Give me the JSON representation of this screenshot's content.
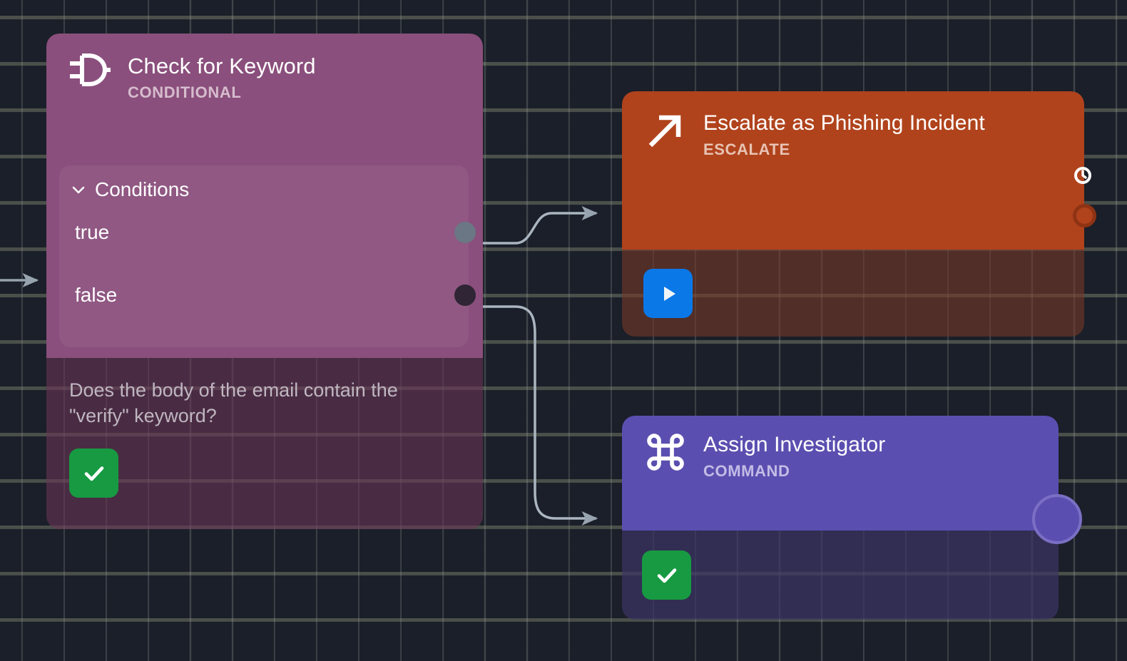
{
  "canvas": {
    "background_color": "#1a1f29",
    "grid": "dotted-dash-grid",
    "edge_color": "#aab5c0"
  },
  "nodes": [
    {
      "id": "conditional",
      "title": "Check for Keyword",
      "subtitle": "CONDITIONAL",
      "icon": "logic-gate-icon",
      "header_color": "#8a4f7c",
      "body_color": "#68365 4",
      "panel": {
        "label": "Conditions",
        "chevron": "chevron-down-icon",
        "rows": [
          {
            "label": "true",
            "port_color": "#6b7785"
          },
          {
            "label": "false",
            "port_color": "#2f2535"
          }
        ]
      },
      "description": "Does the body of the email contain the \"verify\" keyword?",
      "status_button": {
        "icon": "check-icon",
        "color": "#179a42"
      }
    },
    {
      "id": "escalate",
      "title": "Escalate as Phishing Incident",
      "subtitle": "ESCALATE",
      "icon": "arrow-up-right-icon",
      "header_color": "#b0431c",
      "body_color": "#763828",
      "corner_icon": "clock-icon",
      "output_port_color": "#b0431c",
      "action_button": {
        "icon": "play-icon",
        "color": "#0b78e8"
      }
    },
    {
      "id": "command",
      "title": "Assign Investigator",
      "subtitle": "COMMAND",
      "icon": "command-icon",
      "header_color": "#5a4fb0",
      "body_color": "#3c3464",
      "output_port_color": "#5a4fb0",
      "status_button": {
        "icon": "check-icon",
        "color": "#179a42"
      }
    }
  ],
  "edges": [
    {
      "name": "incoming-edge",
      "from": "canvas-left",
      "to": "conditional"
    },
    {
      "name": "edge-true-to-escalate",
      "from": "conditional.true",
      "to": "escalate"
    },
    {
      "name": "edge-false-to-command",
      "from": "conditional.false",
      "to": "command"
    }
  ]
}
